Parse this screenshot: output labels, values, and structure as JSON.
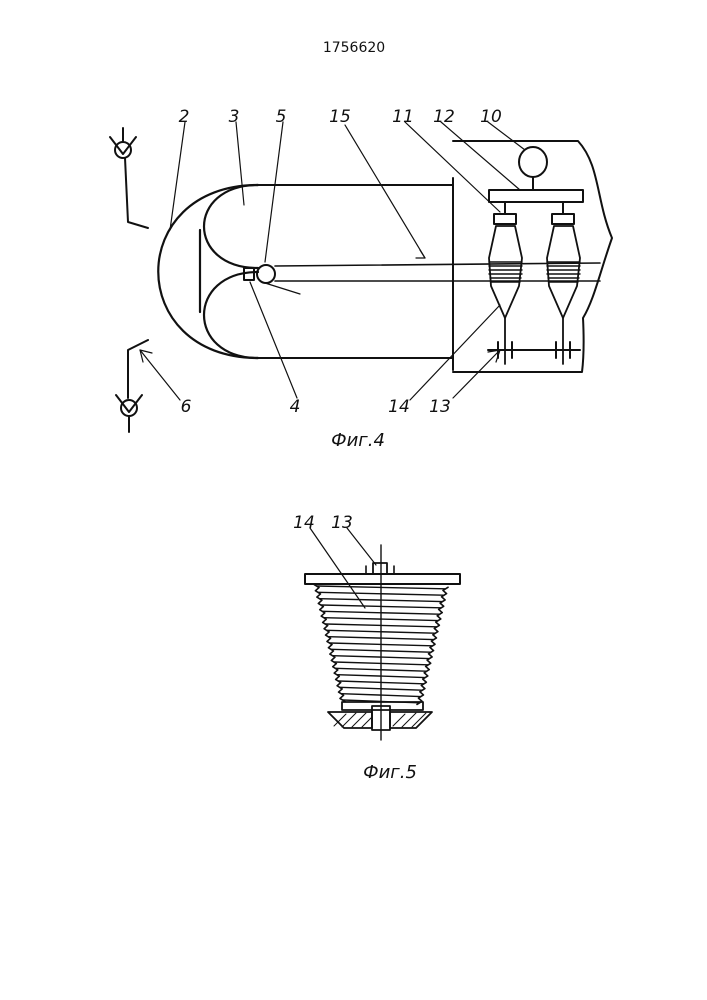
{
  "document": {
    "patent_number": "1756620",
    "figures": [
      {
        "caption": "Фиг.4",
        "callouts": [
          "2",
          "3",
          "5",
          "15",
          "11",
          "12",
          "10",
          "4",
          "6",
          "14",
          "13"
        ]
      },
      {
        "caption": "Фиг.5",
        "callouts": [
          "14",
          "13"
        ]
      }
    ]
  },
  "colors": {
    "ink": "#111111",
    "paper": "#ffffff"
  }
}
